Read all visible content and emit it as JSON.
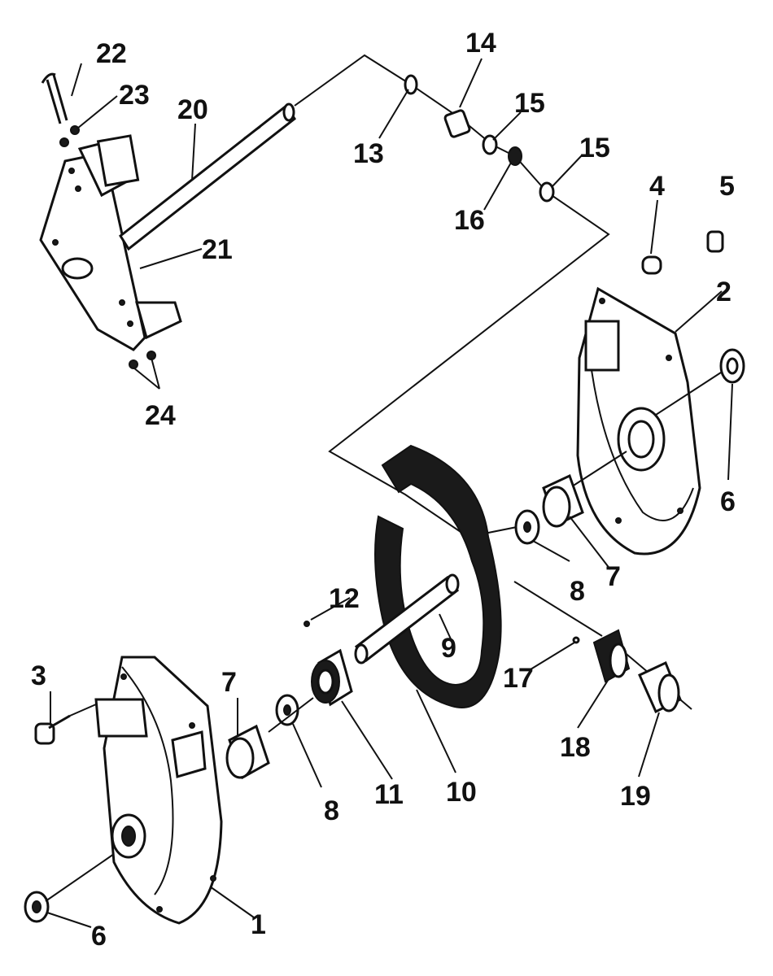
{
  "labels": {
    "l1": "1",
    "l2": "2",
    "l3": "3",
    "l4": "4",
    "l5": "5",
    "l6a": "6",
    "l6b": "6",
    "l7a": "7",
    "l7b": "7",
    "l8a": "8",
    "l8b": "8",
    "l9": "9",
    "l10": "10",
    "l11": "11",
    "l12": "12",
    "l13": "13",
    "l14": "14",
    "l15a": "15",
    "l15b": "15",
    "l16": "16",
    "l17": "17",
    "l18": "18",
    "l19": "19",
    "l20": "20",
    "l21": "21",
    "l22": "22",
    "l23": "23",
    "l24": "24"
  },
  "colors": {
    "ink": "#111111",
    "paper": "#ffffff"
  }
}
